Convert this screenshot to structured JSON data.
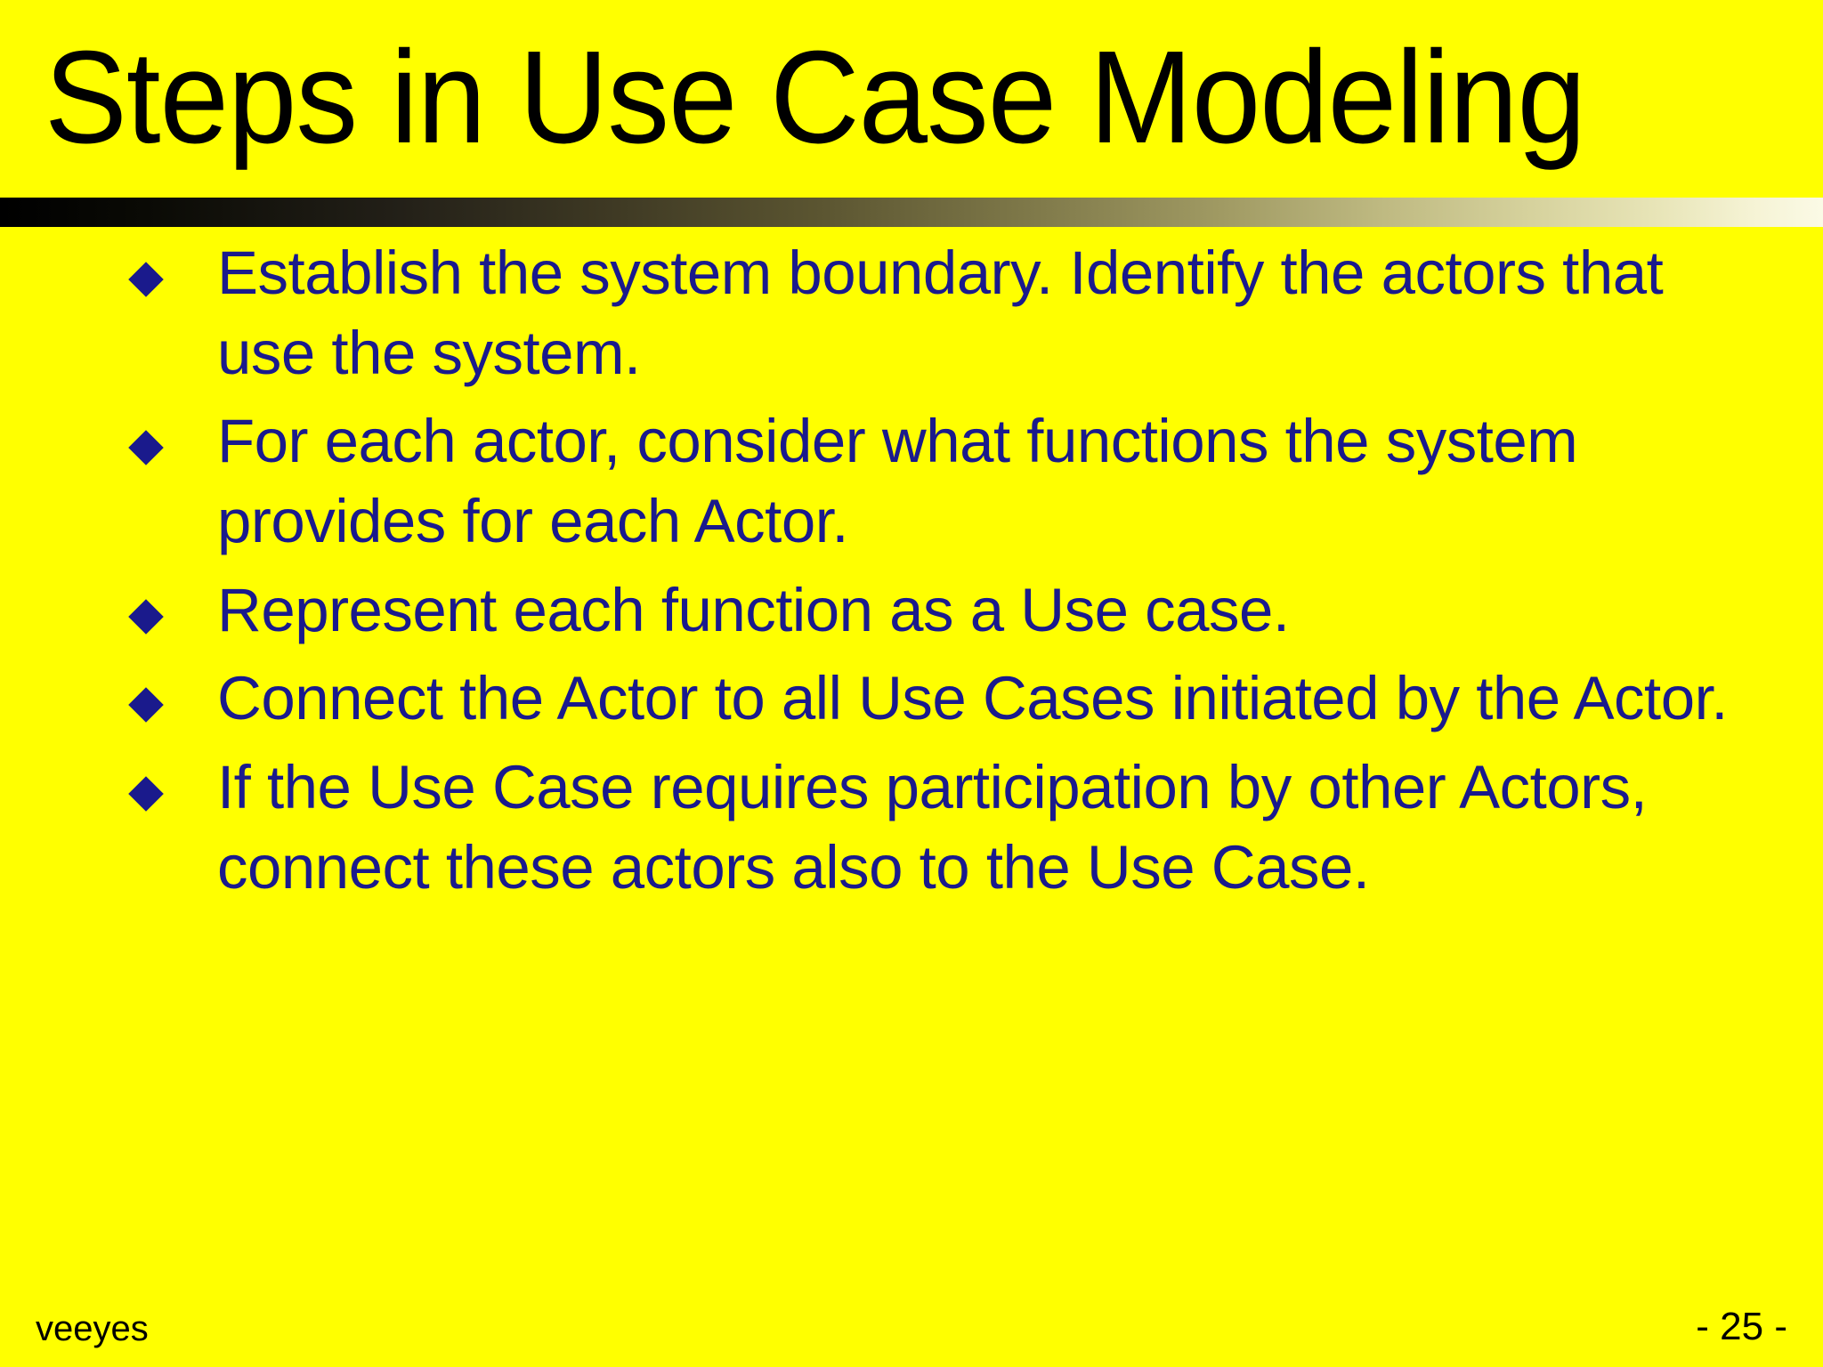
{
  "slide": {
    "background_color": "#FFFF00",
    "title": "Steps in Use Case Modeling",
    "title_color": "#000000",
    "body_text_color": "#1A1A8C",
    "divider": {
      "gradient_from": "#000000",
      "gradient_to": "#FBFAE6"
    },
    "bullets": [
      {
        "marker": "diamond-bullet",
        "text": "Establish the system boundary. Identify the actors that use the system."
      },
      {
        "marker": "diamond-bullet",
        "text": "For each actor, consider what functions the system provides for each Actor."
      },
      {
        "marker": "diamond-bullet",
        "text": "Represent each function as a Use case."
      },
      {
        "marker": "diamond-bullet",
        "text": "Connect the Actor to all Use Cases initiated by the Actor."
      },
      {
        "marker": "diamond-bullet",
        "text": "If the Use Case requires participation by other Actors, connect these actors also to the Use Case."
      }
    ],
    "footer": {
      "left_label": "veeyes",
      "page_number": "- 25 -"
    }
  }
}
